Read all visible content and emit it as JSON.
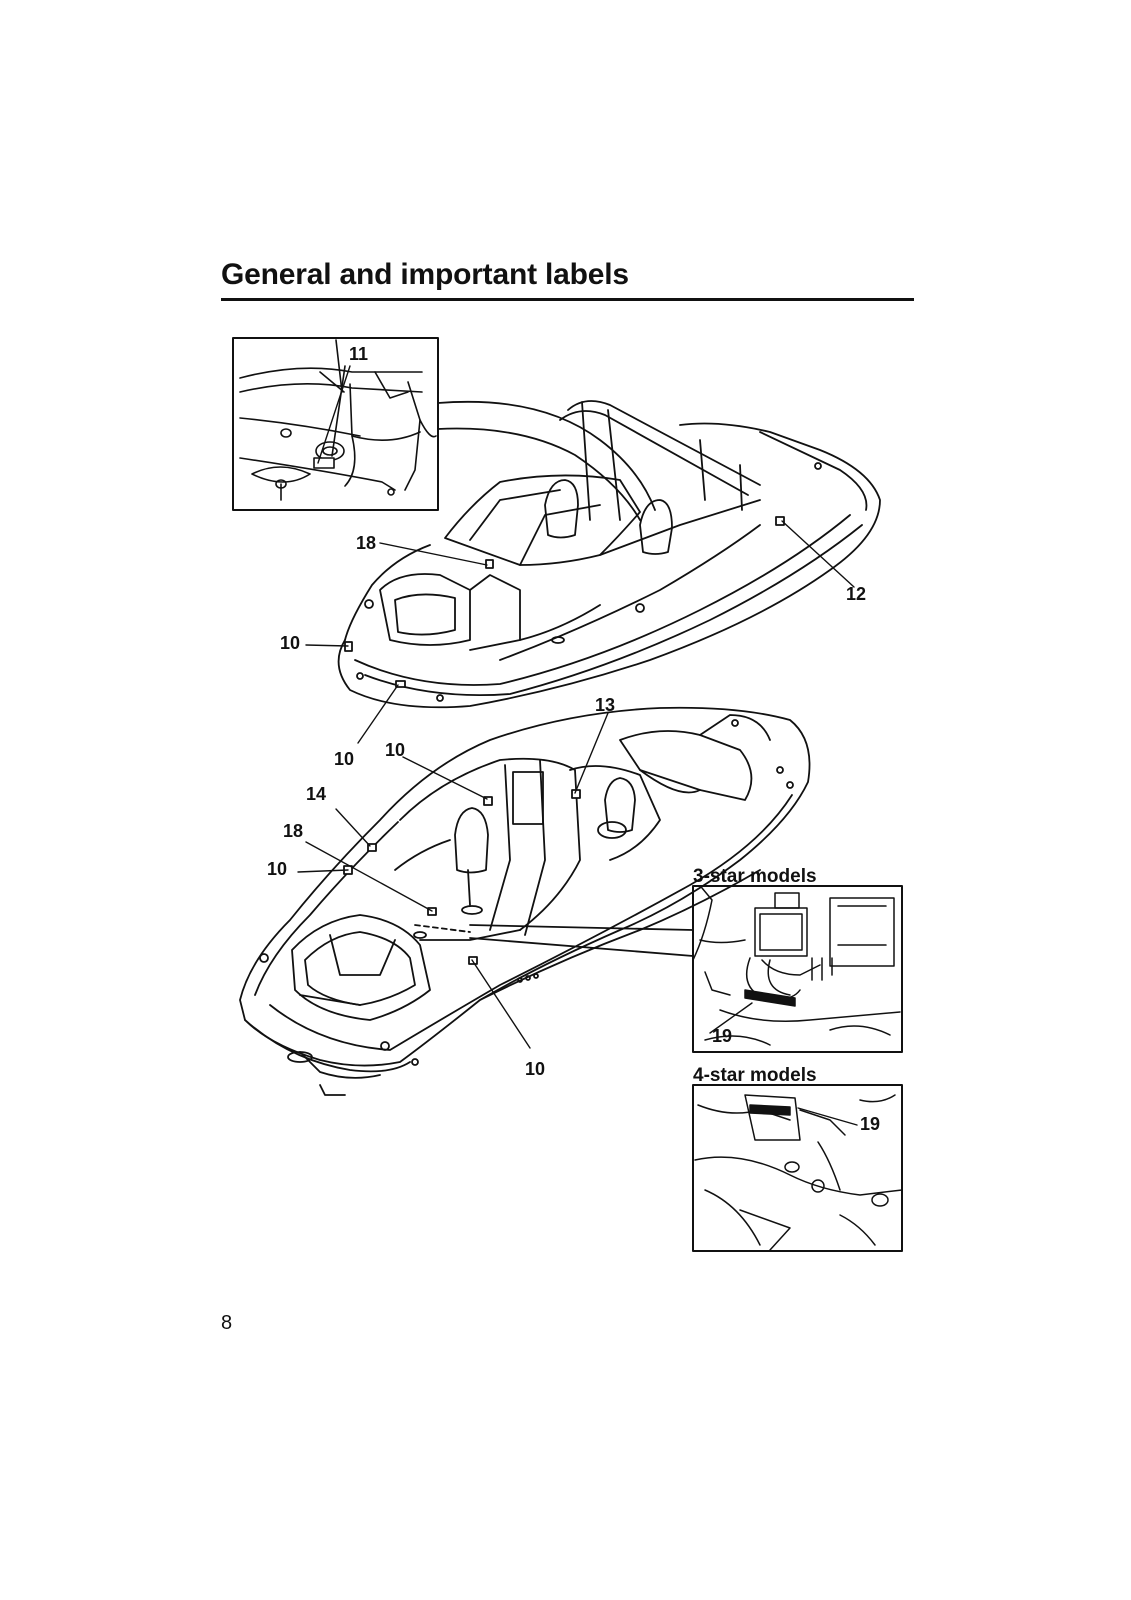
{
  "page": {
    "title": "General and important labels",
    "page_number": "8"
  },
  "callouts": {
    "c11": "11",
    "c18_top": "18",
    "c12": "12",
    "c10_a": "10",
    "c10_b": "10",
    "c13": "13",
    "c10_c": "10",
    "c14": "14",
    "c18_bottom": "18",
    "c10_d": "10",
    "c10_e": "10",
    "c19_three_star": "19",
    "c19_four_star": "19"
  },
  "variants": {
    "three_star": "3-star models",
    "four_star": "4-star models"
  }
}
